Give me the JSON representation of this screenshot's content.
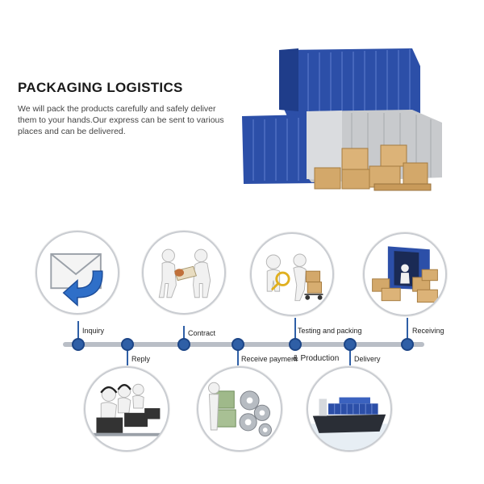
{
  "header": {
    "title": "PACKAGING LOGISTICS",
    "description": "We will pack the products carefully and safely deliver them to your hands.Our express can be sent to various places and can be delivered."
  },
  "timeline": {
    "steps": [
      {
        "label": "Inquiry",
        "icon": "mail-reply-icon"
      },
      {
        "label": "Reply",
        "icon": "call-center-icon"
      },
      {
        "label": "Contract",
        "icon": "handshake-contract-icon"
      },
      {
        "label": "Receive payment",
        "icon": "money-gears-icon"
      },
      {
        "label": "Testing and packing",
        "icon": "inspect-packing-icon"
      },
      {
        "label": "& Production",
        "icon": "money-gears-icon"
      },
      {
        "label": "Delivery",
        "icon": "cargo-ship-icon"
      },
      {
        "label": "Receiving",
        "icon": "container-boxes-icon"
      }
    ]
  },
  "colors": {
    "container_blue": "#2c4fa8",
    "container_gray": "#c8cacd",
    "box_brown": "#d3a86a",
    "node_blue": "#2f5fa6",
    "line_gray": "#b9bec6"
  }
}
